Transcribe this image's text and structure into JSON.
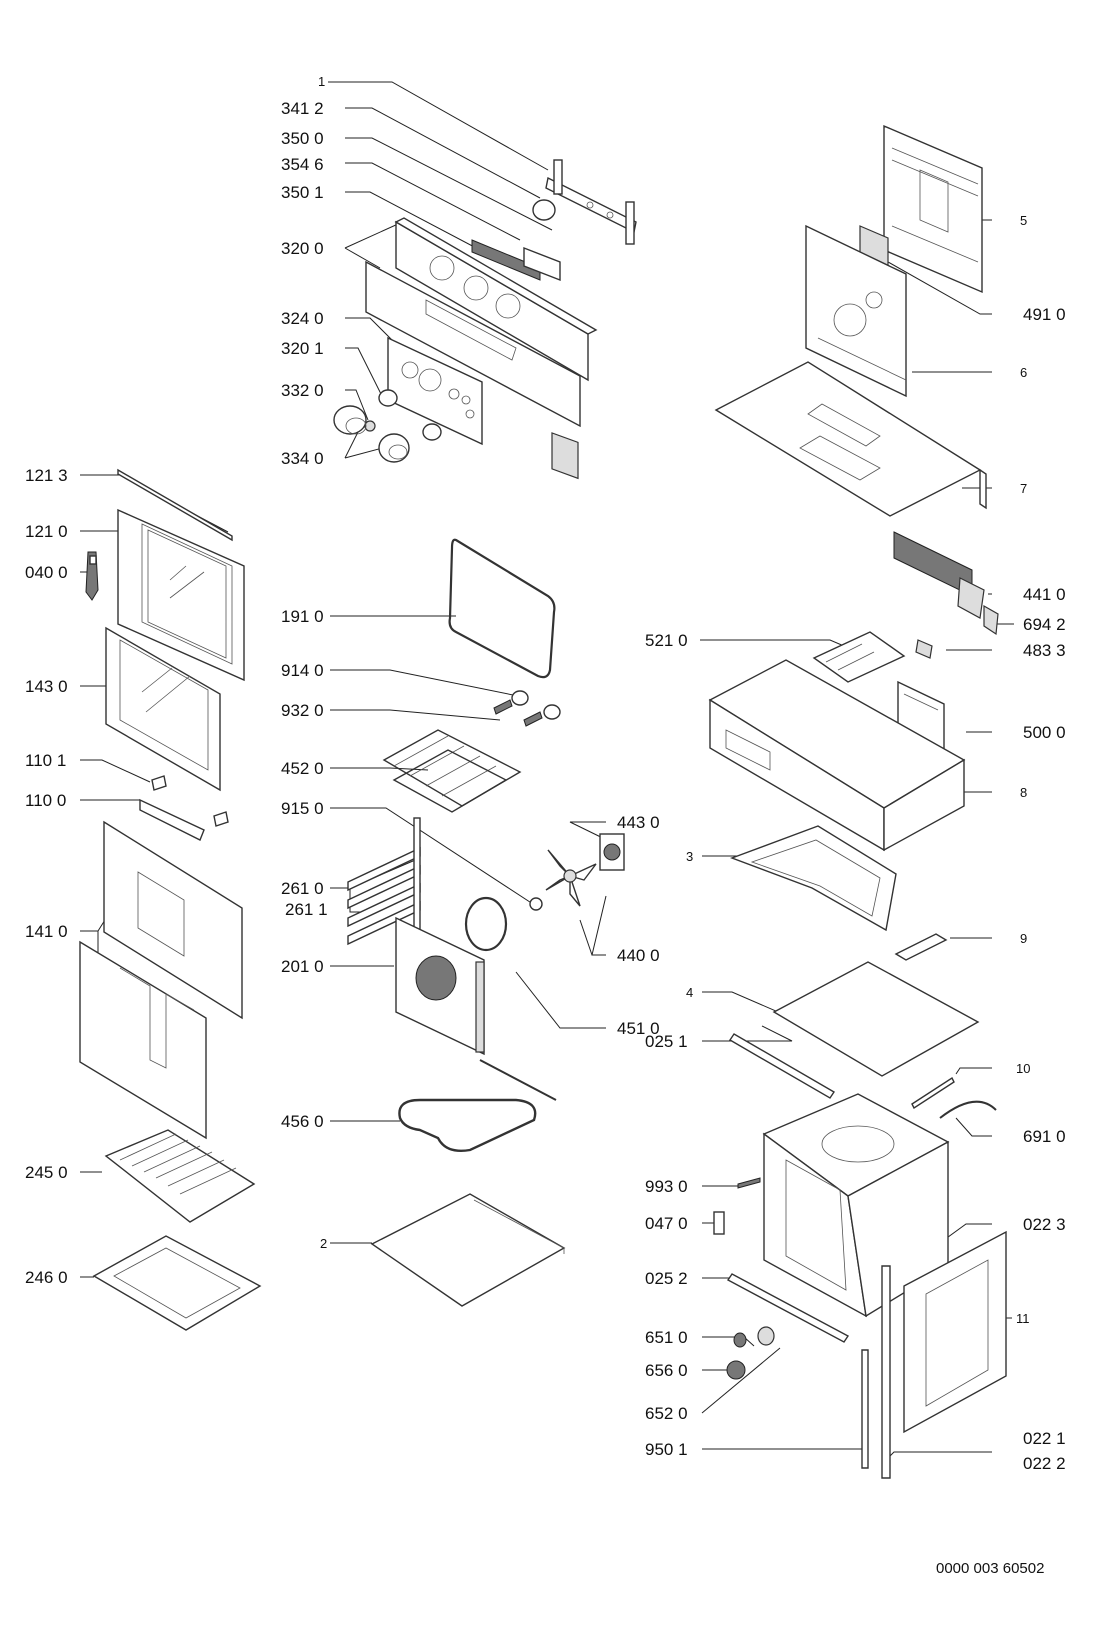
{
  "diagram": {
    "labels": {
      "l1": "1",
      "l3412": "341 2",
      "l3500": "350 0",
      "l3546": "354 6",
      "l3501": "350 1",
      "l3200": "320 0",
      "l3240": "324 0",
      "l3201": "320 1",
      "l3320": "332 0",
      "l3340": "334 0",
      "l1213": "121 3",
      "l1210": "121 0",
      "l0400": "040 0",
      "l1430": "143 0",
      "l1101": "110 1",
      "l1100": "110 0",
      "l1410": "141 0",
      "l2450": "245 0",
      "l2460": "246 0",
      "l1910": "191 0",
      "l9140": "914 0",
      "l9320": "932 0",
      "l4520": "452 0",
      "l9150": "915 0",
      "l2610": "261 0",
      "l2611": "261 1",
      "l2010": "201 0",
      "l4560": "456 0",
      "l2": "2",
      "l4430": "443 0",
      "l4400": "440 0",
      "l4510": "451 0",
      "l5": "5",
      "l4910": "491 0",
      "l6": "6",
      "l7": "7",
      "l4410": "441 0",
      "l6942": "694 2",
      "l5210": "521 0",
      "l4833": "483 3",
      "l5000": "500 0",
      "l8": "8",
      "l3": "3",
      "l9": "9",
      "l4": "4",
      "l0251": "025 1",
      "l10": "10",
      "l6910": "691 0",
      "l9930": "993 0",
      "l0470": "047 0",
      "l0223": "022 3",
      "l0252": "025 2",
      "l11": "11",
      "l6510": "651 0",
      "l6560": "656 0",
      "l6520": "652 0",
      "l9501": "950 1",
      "l0221": "022 1",
      "l0222": "022 2"
    },
    "doc_number": "0000 003 60502"
  }
}
